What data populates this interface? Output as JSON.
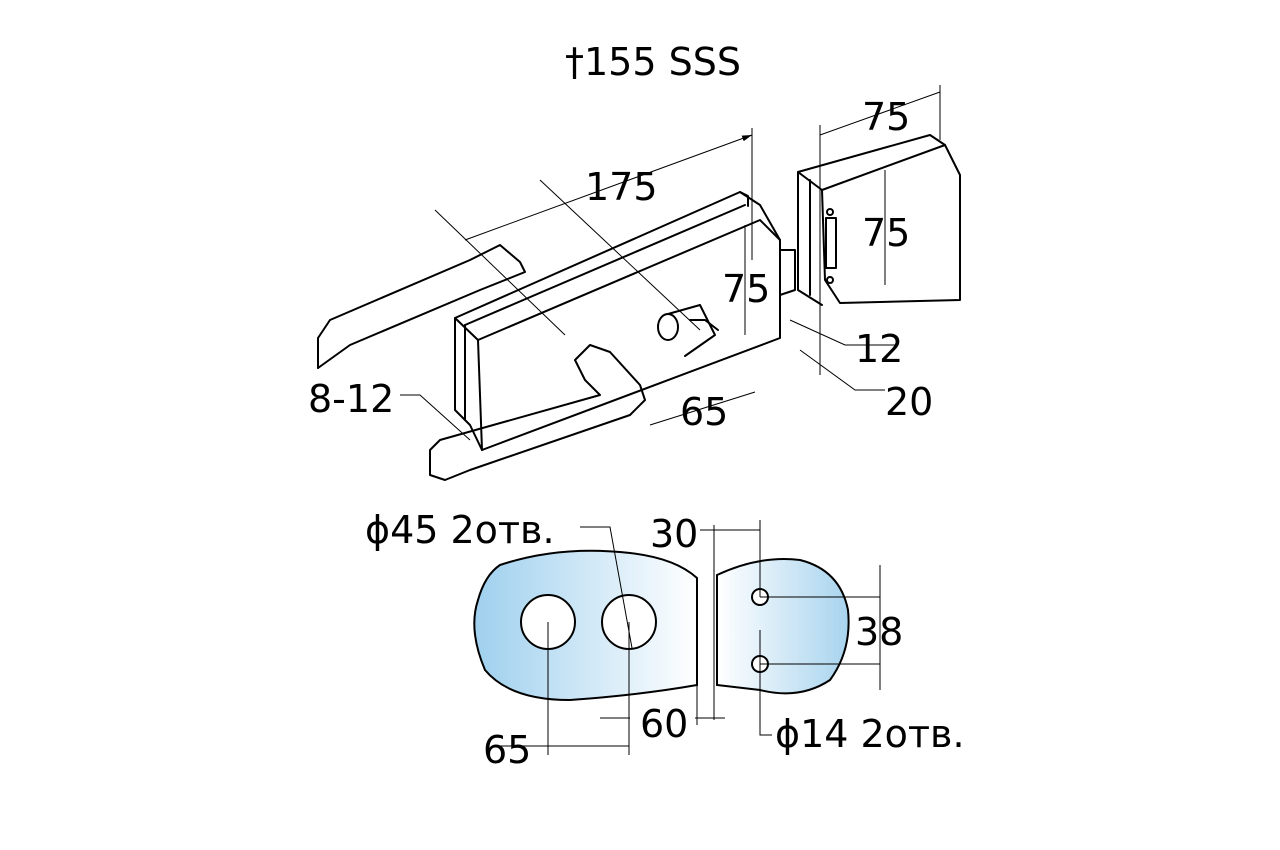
{
  "title": "†155 SSS",
  "dimensions": {
    "length": "175",
    "height_lock": "75",
    "width_strike": "75",
    "height_strike": "75",
    "spacing": "65",
    "glass_thickness": "8-12",
    "d12": "12",
    "d20": "20"
  },
  "cutout": {
    "large_holes": "ϕ45 2отв.",
    "small_holes": "ϕ14 2отв.",
    "offset_30": "30",
    "hole_spacing_38": "38",
    "hole_spacing_65": "65",
    "edge_60": "60"
  },
  "colors": {
    "glass": "#a8d4ee",
    "line": "#000000"
  }
}
